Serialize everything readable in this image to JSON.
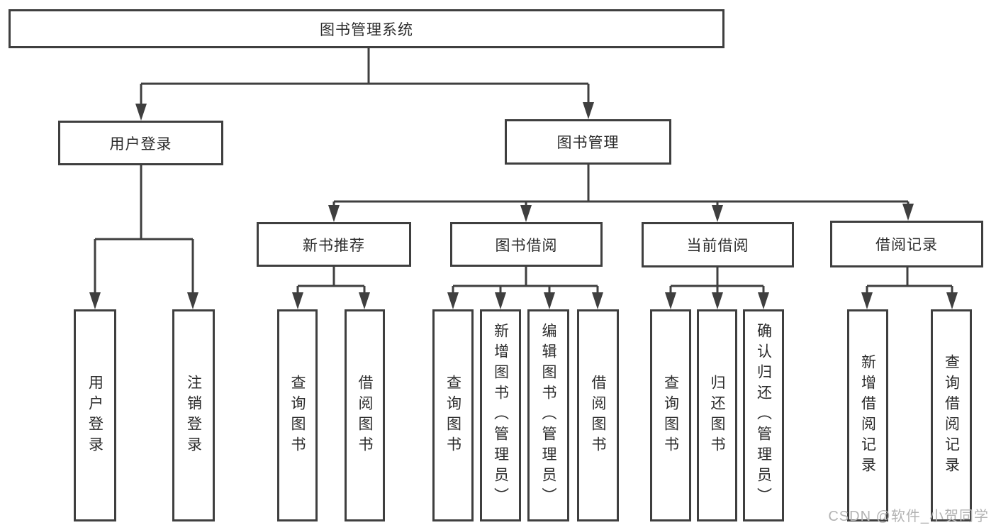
{
  "diagram": {
    "root": {
      "label": "图书管理系统"
    },
    "branches": [
      {
        "label": "用户登录",
        "children": [
          {
            "label": "用户登录"
          },
          {
            "label": "注销登录"
          }
        ]
      },
      {
        "label": "图书管理",
        "children": [
          {
            "label": "新书推荐",
            "children": [
              {
                "label": "查询图书"
              },
              {
                "label": "借阅图书"
              }
            ]
          },
          {
            "label": "图书借阅",
            "children": [
              {
                "label": "查询图书"
              },
              {
                "label": "新增图书（管理员）"
              },
              {
                "label": "编辑图书（管理员）"
              },
              {
                "label": "借阅图书"
              }
            ]
          },
          {
            "label": "当前借阅",
            "children": [
              {
                "label": "查询图书"
              },
              {
                "label": "归还图书"
              },
              {
                "label": "确认归还（管理员）"
              }
            ]
          },
          {
            "label": "借阅记录",
            "children": [
              {
                "label": "新增借阅记录"
              },
              {
                "label": "查询借阅记录"
              }
            ]
          }
        ]
      }
    ]
  },
  "watermark": {
    "text": "CSDN @软件_小贺同学"
  },
  "colors": {
    "line": "#3f3f3f",
    "text": "#2b2b2b",
    "background": "#ffffff",
    "watermark": "#b3b3b3"
  }
}
